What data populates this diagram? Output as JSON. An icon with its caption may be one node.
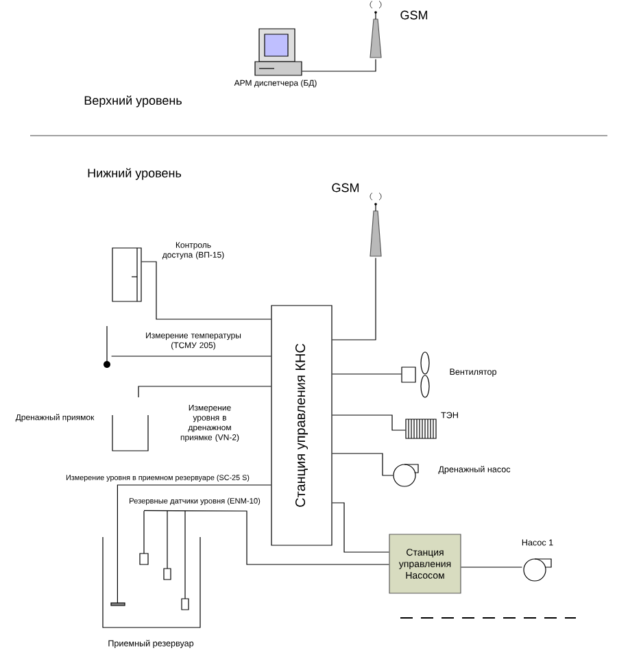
{
  "diagram": {
    "nodes": [
      {
        "text": [],
        "shape": "picture",
        "beside": [
          "АРМ диспетчера (БД)"
        ]
      },
      {
        "text": [],
        "shape": "picture",
        "beside": [
          "GSM"
        ]
      },
      {
        "text": [],
        "shape": "picture",
        "beside": [
          "GSM"
        ]
      },
      {
        "text": [
          "Станция управления КНС"
        ]
      },
      {
        "text": [],
        "shape": "picture",
        "beside": [
          "Контроль доступа (ВП-15)"
        ]
      },
      {
        "text": [],
        "shape": "picture"
      },
      {
        "text": [],
        "shape": "box",
        "beside": [
          "Дренажный приямок"
        ]
      },
      {
        "text": [],
        "shape": "picture",
        "beside": [
          "Вентилятор"
        ]
      },
      {
        "text": [],
        "shape": "picture",
        "beside": [
          "ТЭН"
        ]
      },
      {
        "text": [],
        "shape": "circle",
        "beside": [
          "Дренажный насос"
        ]
      },
      {
        "text": [],
        "shape": "box",
        "beside": [
          "Приемный резервуар"
        ]
      },
      {
        "text": [
          "Станция управления Насосом"
        ]
      },
      {
        "text": [],
        "shape": "circle",
        "beside": [
          "Насос 1"
        ]
      }
    ],
    "edges": [
      {
        "from": 0,
        "to": 1,
        "arrow": "none"
      },
      {
        "from": 2,
        "to": 3,
        "arrow": "none"
      },
      {
        "from": 4,
        "to": 3,
        "arrow": "none"
      },
      {
        "from": 5,
        "to": 3,
        "arrow": "none",
        "label": "Измерение температуры (ТСМУ 205)"
      },
      {
        "from": 6,
        "to": 3,
        "arrow": "none",
        "label": "Измерение уровня в дренажном приямке (VN-2)"
      },
      {
        "from": 3,
        "to": 7,
        "arrow": "none"
      },
      {
        "from": 3,
        "to": 8,
        "arrow": "none"
      },
      {
        "from": 3,
        "to": 9,
        "arrow": "none"
      },
      {
        "from": 3,
        "to": 10,
        "arrow": "none",
        "label": "Измерение уровня в приемном резервуаре (SC-25 S)"
      },
      {
        "from": 10,
        "to": 11,
        "arrow": "none",
        "label": "Резервные датчики уровня (ENM-10)"
      },
      {
        "from": 3,
        "to": 11,
        "arrow": "none"
      },
      {
        "from": 11,
        "to": 12,
        "arrow": "none"
      }
    ],
    "labels": [
      "Верхний уровень",
      "Нижний уровень"
    ]
  }
}
